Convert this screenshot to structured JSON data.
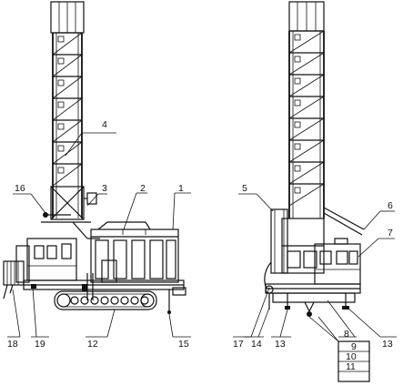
{
  "callouts": {
    "c1": "1",
    "c2": "2",
    "c3": "3",
    "c4": "4",
    "c5": "5",
    "c6": "6",
    "c7": "7",
    "c8": "8",
    "c9": "9",
    "c10": "10",
    "c11": "11",
    "c12": "12",
    "c13a": "13",
    "c13b": "13",
    "c14": "14",
    "c15": "15",
    "c16": "16",
    "c17": "17",
    "c18": "18",
    "c19": "19"
  }
}
